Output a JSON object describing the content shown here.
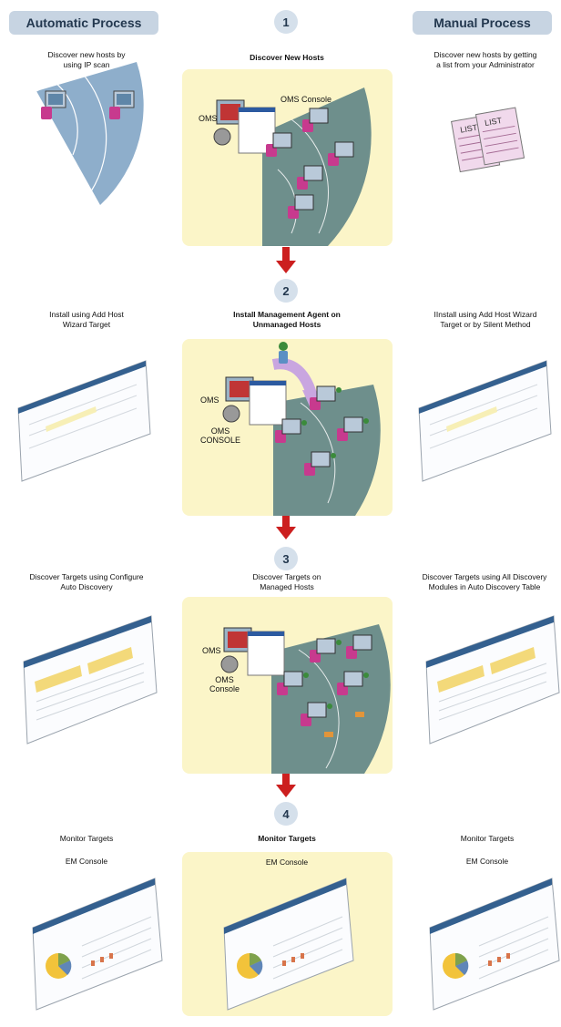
{
  "headers": {
    "automatic": "Automatic Process",
    "manual": "Manual Process"
  },
  "steps": [
    {
      "number": "1",
      "title": "Discover New Hosts",
      "automatic": "Discover new hosts by\nusing IP scan",
      "manual": "Discover new hosts by getting\na list from your Administrator",
      "labels": {
        "oms": "OMS",
        "console": "OMS Console"
      },
      "list_labels": [
        "LIST",
        "LIST"
      ]
    },
    {
      "number": "2",
      "title": "Install Management Agent on\nUnmanaged Hosts",
      "automatic": "Install using Add Host\nWizard Target",
      "manual": "IInstall using Add Host Wizard\nTarget or by Silent Method",
      "labels": {
        "oms": "OMS",
        "console": "OMS\nCONSOLE"
      }
    },
    {
      "number": "3",
      "title": "Discover Targets on\nManaged Hosts",
      "automatic": "Discover Targets using Configure\nAuto Discovery",
      "manual": "Discover Targets using All Discovery\nModules in Auto Discovery Table",
      "labels": {
        "oms": "OMS",
        "console": "OMS\nConsole"
      }
    },
    {
      "number": "4",
      "title": "Monitor Targets",
      "automatic": "Monitor Targets",
      "manual": "Monitor Targets",
      "console_label": "EM Console"
    }
  ],
  "colors": {
    "arrow": "#cc1f1f",
    "panel": "#fbf5c8",
    "sector_blue": "#8eaecb",
    "sector_teal": "#6e8f8c",
    "host_purple": "#c73a8e",
    "curved_arrow": "#c9a6e0"
  }
}
